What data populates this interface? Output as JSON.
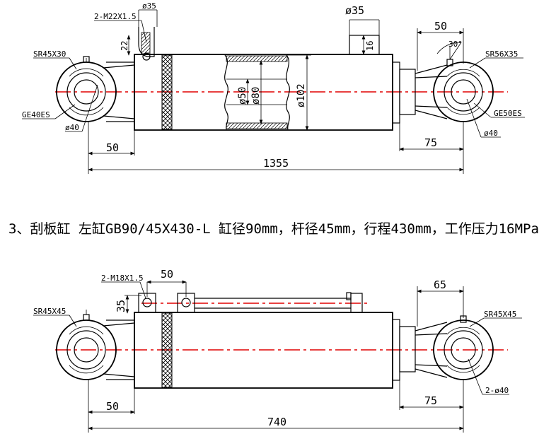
{
  "caption": "3、刮板缸 左缸GB90/45X430-L 缸径90mm，杆径45mm，行程430mm，工作压力16MPa",
  "colors": {
    "centerline": "#e00000",
    "lines": "#000000"
  },
  "top_drawing": {
    "labels": {
      "port_thread": "2-M22X1.5",
      "port_dia_small": "ø35",
      "port_dia_right": "ø35",
      "port_height": "22",
      "port_height_right": "16",
      "left_sr": "SR45X30",
      "left_bearing": "GE40ES",
      "left_pin": "ø40",
      "rod_dia": "ø50",
      "bore_dia": "ø80",
      "outer_dia": "ø102",
      "right_sr": "SR56X35",
      "right_bearing": "GE50ES",
      "right_pin": "ø40",
      "angle": "30°",
      "dim_right_top": "50",
      "dim_left": "50",
      "dim_right": "75",
      "dim_total": "1355"
    }
  },
  "bottom_drawing": {
    "labels": {
      "port_thread": "2-M18X1.5",
      "port_spacing": "50",
      "port_height": "35",
      "left_sr": "SR45X45",
      "right_sr": "SR45X45",
      "pins": "2-ø40",
      "dim_right_top": "65",
      "dim_left": "50",
      "dim_right": "75",
      "dim_total": "740"
    }
  }
}
